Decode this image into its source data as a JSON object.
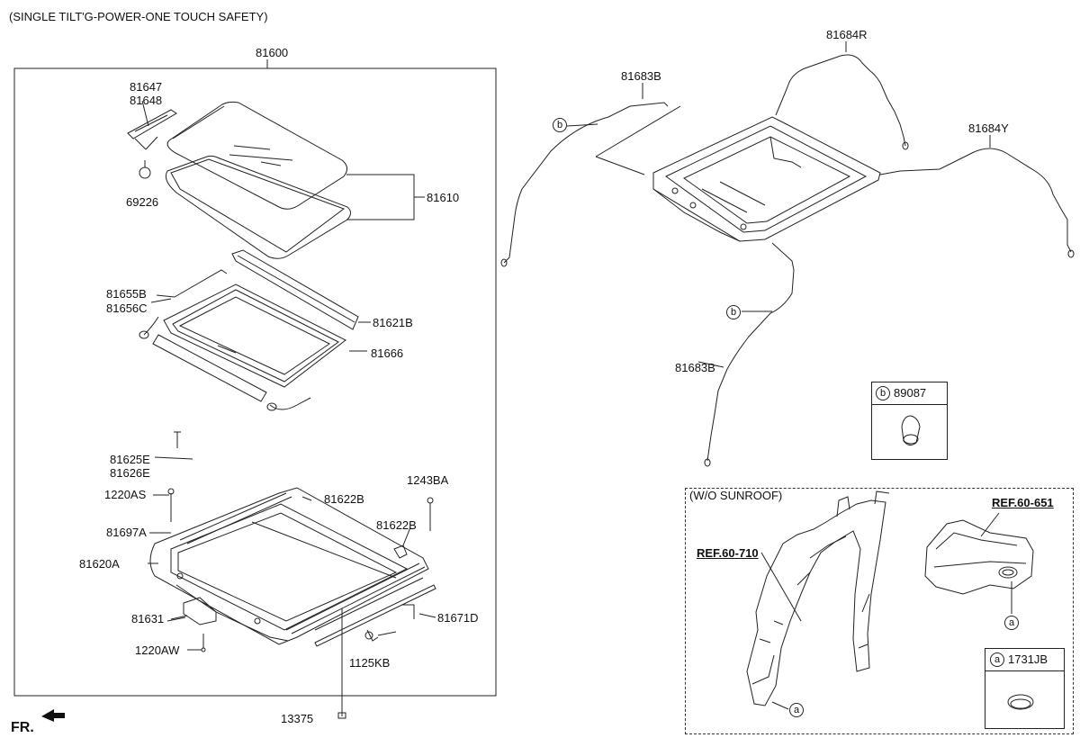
{
  "header": {
    "title": "(SINGLE TILT'G-POWER-ONE TOUCH SAFETY)"
  },
  "assembly": {
    "main": "81600"
  },
  "parts": {
    "p81647": "81647",
    "p81648": "81648",
    "p69226": "69226",
    "p81610": "81610",
    "p81655B": "81655B",
    "p81656C": "81656C",
    "p81621B": "81621B",
    "p81666": "81666",
    "p81625E": "81625E",
    "p81626E": "81626E",
    "p1220AS": "1220AS",
    "p81622B_a": "81622B",
    "p1243BA": "1243BA",
    "p81622B_b": "81622B",
    "p81697A": "81697A",
    "p81620A": "81620A",
    "p81631": "81631",
    "p81671D": "81671D",
    "p1220AW": "1220AW",
    "p1125KB": "1125KB",
    "p13375": "13375",
    "p81683B_top": "81683B",
    "p81684R": "81684R",
    "p81684Y": "81684Y",
    "p81683B_bot": "81683B"
  },
  "callouts": {
    "b": "b",
    "a": "a"
  },
  "legend_b": {
    "letter": "b",
    "part": "89087"
  },
  "legend_a": {
    "letter": "a",
    "part": "1731JB"
  },
  "wo_sunroof": {
    "title": "(W/O SUNROOF)",
    "ref_left": "REF.60-710",
    "ref_right": "REF.60-651"
  },
  "footer": {
    "direction": "FR."
  }
}
